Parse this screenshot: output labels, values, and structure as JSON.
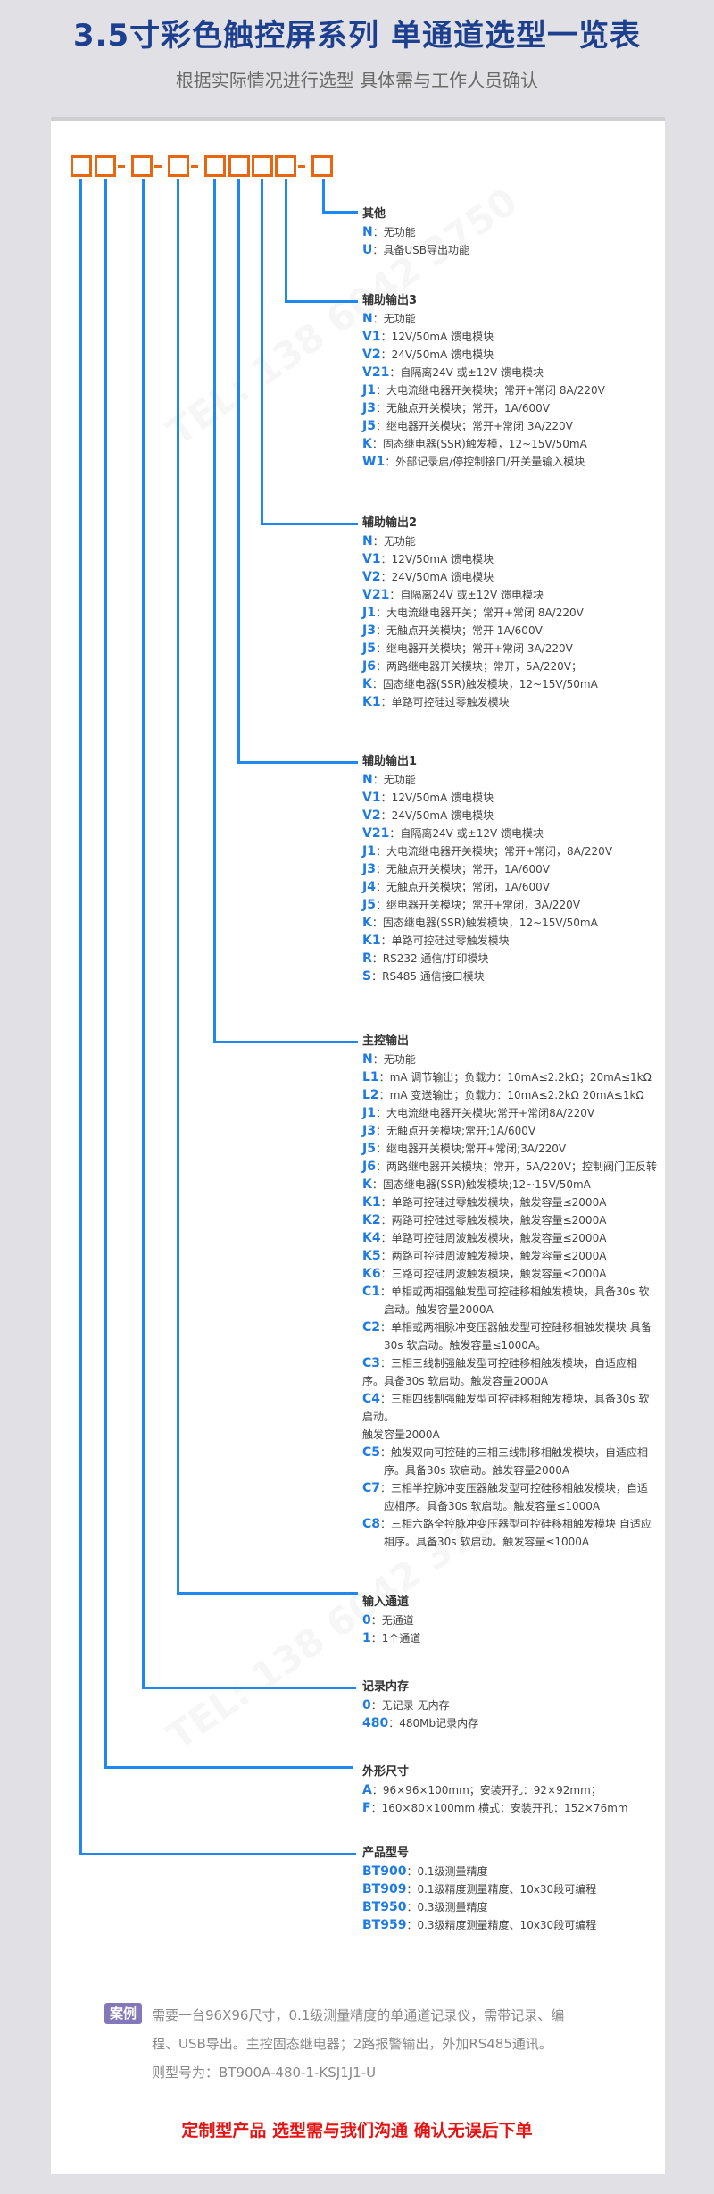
{
  "header": {
    "title": "3.5寸彩色触控屏系列 单通道选型一览表",
    "subtitle": "根据实际情况进行选型 具体需与工作人员确认"
  },
  "code_pattern": {
    "display": "□□-□-□-□□□□-□",
    "box_color": "#e8660f",
    "line_color": "#1e88f0"
  },
  "sections": [
    {
      "title": "其他",
      "items": [
        {
          "code": "N",
          "desc": "无功能"
        },
        {
          "code": "U",
          "desc": "具备USB导出功能"
        }
      ]
    },
    {
      "title": "辅助输出3",
      "items": [
        {
          "code": "N",
          "desc": "无功能"
        },
        {
          "code": "V1",
          "desc": "12V/50mA 馈电模块"
        },
        {
          "code": "V2",
          "desc": "24V/50mA 馈电模块"
        },
        {
          "code": "V21",
          "desc": "自隔离24V 或±12V 馈电模块"
        },
        {
          "code": "J1",
          "desc": "大电流继电器开关模块；常开+常闭 8A/220V"
        },
        {
          "code": "J3",
          "desc": "无触点开关模块；常开，1A/600V"
        },
        {
          "code": "J5",
          "desc": "继电器开关模块；常开+常闭 3A/220V"
        },
        {
          "code": "K",
          "desc": "固态继电器(SSR)触发模，12~15V/50mA"
        },
        {
          "code": "W1",
          "desc": "外部记录启/停控制接口/开关量输入模块"
        }
      ]
    },
    {
      "title": "辅助输出2",
      "items": [
        {
          "code": "N",
          "desc": "无功能"
        },
        {
          "code": "V1",
          "desc": "12V/50mA 馈电模块"
        },
        {
          "code": "V2",
          "desc": "24V/50mA 馈电模块"
        },
        {
          "code": "V21",
          "desc": "自隔离24V 或±12V 馈电模块"
        },
        {
          "code": "J1",
          "desc": "大电流继电器开关；常开+常闭 8A/220V"
        },
        {
          "code": "J3",
          "desc": "无触点开关模块；常开 1A/600V"
        },
        {
          "code": "J5",
          "desc": "继电器开关模块；常开+常闭 3A/220V"
        },
        {
          "code": "J6",
          "desc": "两路继电器开关模块；常开，5A/220V；"
        },
        {
          "code": "K",
          "desc": "固态继电器(SSR)触发模块，12~15V/50mA"
        },
        {
          "code": "K1",
          "desc": "单路可控硅过零触发模块"
        }
      ]
    },
    {
      "title": "辅助输出1",
      "items": [
        {
          "code": "N",
          "desc": "无功能"
        },
        {
          "code": "V1",
          "desc": "12V/50mA 馈电模块"
        },
        {
          "code": "V2",
          "desc": "24V/50mA 馈电模块"
        },
        {
          "code": "V21",
          "desc": "自隔离24V 或±12V 馈电模块"
        },
        {
          "code": "J1",
          "desc": "大电流继电器开关模块；常开+常闭，8A/220V"
        },
        {
          "code": "J3",
          "desc": "无触点开关模块；常开，1A/600V"
        },
        {
          "code": "J4",
          "desc": "无触点开关模块；常闭，1A/600V"
        },
        {
          "code": "J5",
          "desc": "继电器开关模块；常开+常闭，3A/220V"
        },
        {
          "code": "K",
          "desc": "固态继电器(SSR)触发模块，12~15V/50mA"
        },
        {
          "code": "K1",
          "desc": "单路可控硅过零触发模块"
        },
        {
          "code": "R",
          "desc": "RS232 通信/打印模块"
        },
        {
          "code": "S",
          "desc": "RS485 通信接口模块"
        }
      ]
    },
    {
      "title": "主控输出",
      "items": [
        {
          "code": "N",
          "desc": "无功能"
        },
        {
          "code": "L1",
          "desc": "mA 调节输出；负载力：10mA≤2.2kΩ；20mA≤1kΩ"
        },
        {
          "code": "L2",
          "desc": "mA 变送输出；负载力：10mA≤2.2kΩ 20mA≤1kΩ"
        },
        {
          "code": "J1",
          "desc": "大电流继电器开关模块;常开+常闭8A/220V"
        },
        {
          "code": "J3",
          "desc": "无触点开关模块;常开;1A/600V"
        },
        {
          "code": "J5",
          "desc": "继电器开关模块;常开+常闭;3A/220V"
        },
        {
          "code": "J6",
          "desc": "两路继电器开关模块；常开，5A/220V；控制阀门正反转"
        },
        {
          "code": "K",
          "desc": "固态继电器(SSR)触发模块;12~15V/50mA"
        },
        {
          "code": "K1",
          "desc": "单路可控硅过零触发模块，触发容量≤2000A"
        },
        {
          "code": "K2",
          "desc": "两路可控硅过零触发模块，触发容量≤2000A"
        },
        {
          "code": "K4",
          "desc": "单路可控硅周波触发模块，触发容量≤2000A"
        },
        {
          "code": "K5",
          "desc": "两路可控硅周波触发模块，触发容量≤2000A"
        },
        {
          "code": "K6",
          "desc": "三路可控硅周波触发模块，触发容量≤2000A"
        },
        {
          "code": "C1",
          "desc": "单相或两相强触发型可控硅移相触发模块，具备30s 软启动。触发容量2000A"
        },
        {
          "code": "C2",
          "desc": "单相或两相脉冲变压器触发型可控硅移相触发模块 具备30s 软启动。触发容量≤1000A。"
        },
        {
          "code": "C3",
          "desc": "三相三线制强触发型可控硅移相触发模块，自适应相序。具备30s 软启动。触发容量2000A"
        },
        {
          "code": "C4",
          "desc": "三相四线制强触发型可控硅移相触发模块，具备30s 软启动。"
        },
        {
          "code": "",
          "desc": "触发容量2000A"
        },
        {
          "code": "C5",
          "desc": "触发双向可控硅的三相三线制移相触发模块，自适应相序。具备30s 软启动。触发容量2000A"
        },
        {
          "code": "C7",
          "desc": "三相半控脉冲变压器触发型可控硅移相触发模块，自适应相序。具备30s 软启动。触发容量≤1000A"
        },
        {
          "code": "C8",
          "desc": "三相六路全控脉冲变压器型可控硅移相触发模块 自适应相序。具备30s 软启动。触发容量≤1000A"
        }
      ]
    },
    {
      "title": "输入通道",
      "items": [
        {
          "code": "0",
          "desc": "无通道"
        },
        {
          "code": "1",
          "desc": "1个通道"
        }
      ]
    },
    {
      "title": "记录内存",
      "items": [
        {
          "code": "0",
          "desc": "无记录 无内存"
        },
        {
          "code": "480",
          "desc": "480Mb记录内存"
        }
      ]
    },
    {
      "title": "外形尺寸",
      "items": [
        {
          "code": "A",
          "desc": "96×96×100mm；安装开孔：92×92mm；"
        },
        {
          "code": "F",
          "desc": "160×80×100mm 横式：安装开孔：152×76mm"
        }
      ]
    },
    {
      "title": "产品型号",
      "items": [
        {
          "code": "BT900",
          "desc": "0.1级测量精度"
        },
        {
          "code": "BT909",
          "desc": "0.1级精度测量精度、10x30段可编程"
        },
        {
          "code": "BT950",
          "desc": "0.3级测量精度"
        },
        {
          "code": "BT959",
          "desc": "0.3级精度测量精度、10x30段可编程"
        }
      ]
    }
  ],
  "example": {
    "tag": "案例",
    "line1": "需要一台96X96尺寸，0.1级测量精度的单通道记录仪，需带记录、编",
    "line2": "程、USB导出。主控固态继电器；2路报警输出，外加RS485通讯。",
    "line3": "则型号为：BT900A-480-1-KSJ1J1-U"
  },
  "footer": {
    "note": "定制型产品  选型需与我们沟通 确认无误后下单"
  },
  "watermark": "TEL: 138 6042 3750"
}
